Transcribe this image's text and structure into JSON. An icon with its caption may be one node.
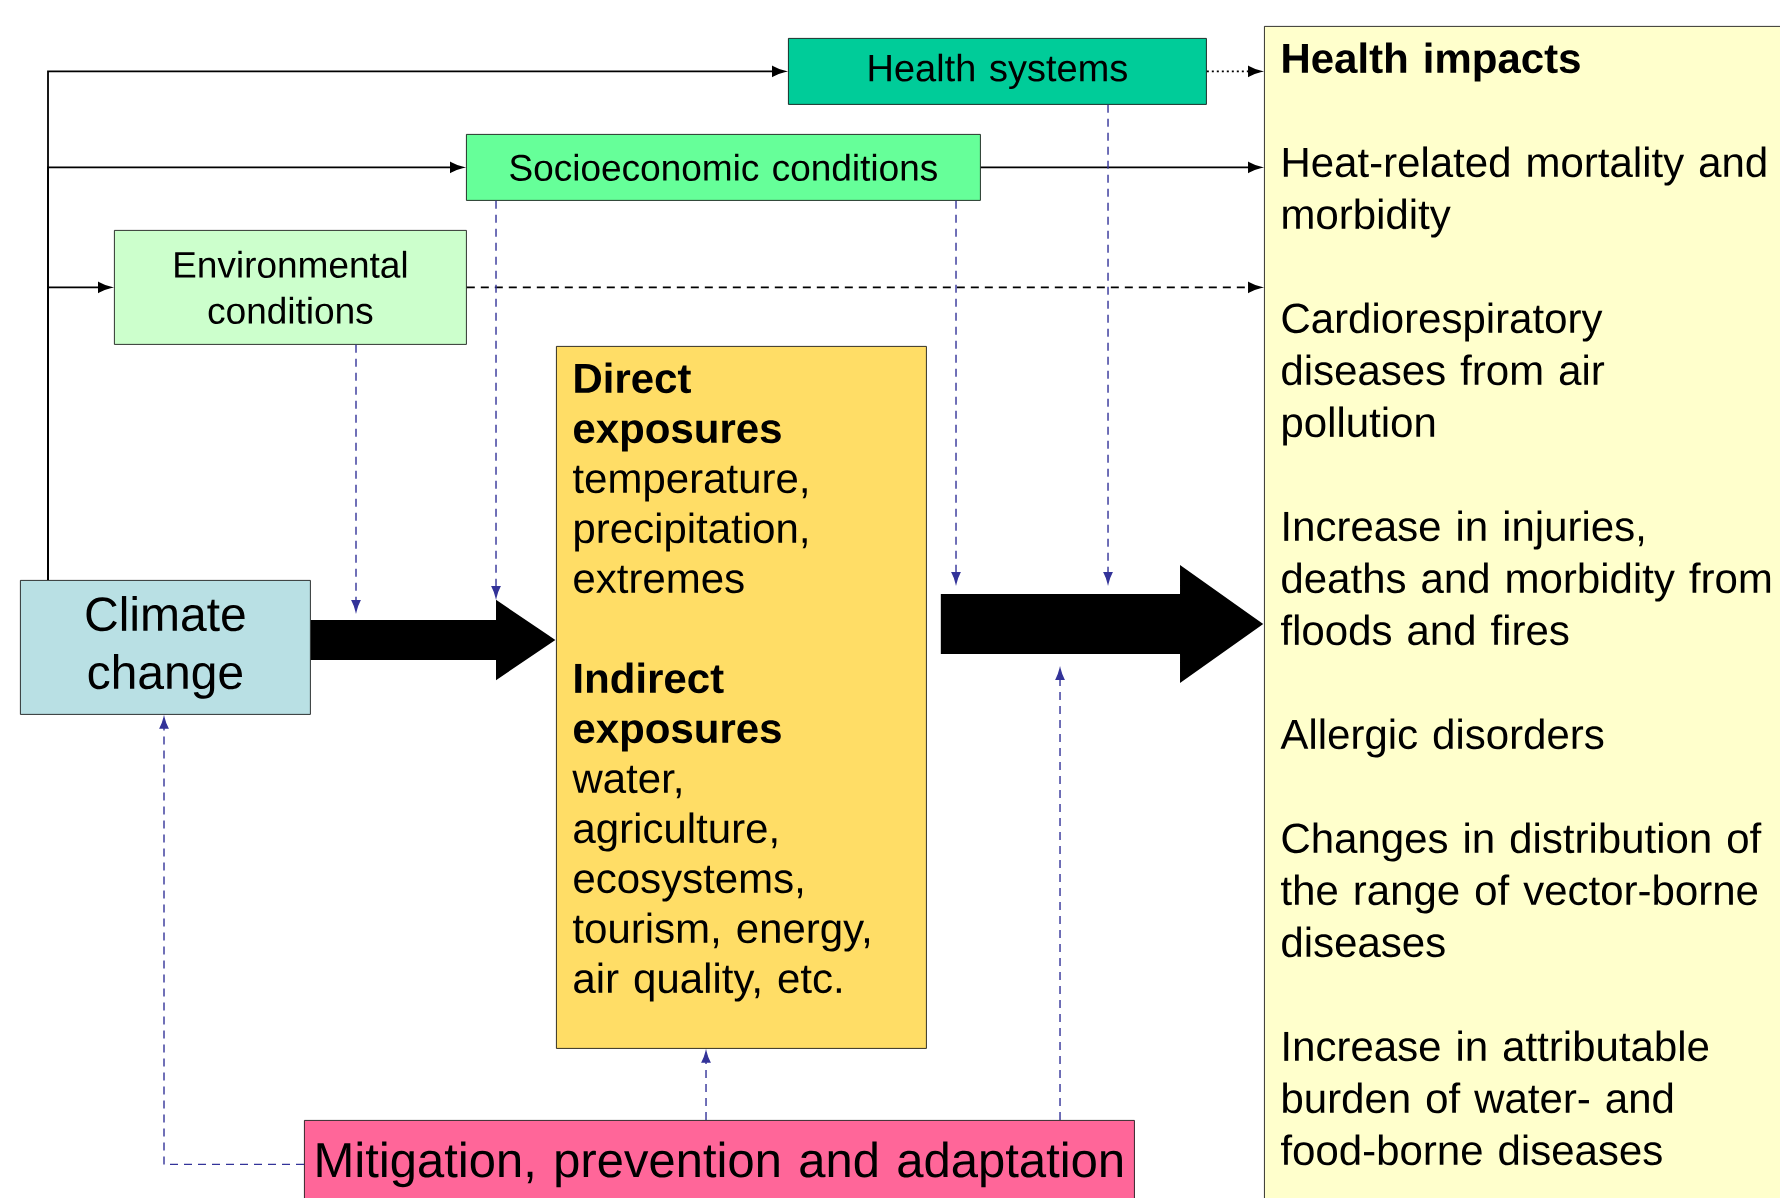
{
  "diagram": {
    "nodes": [
      {
        "text": [
          "Climate change"
        ]
      },
      {
        "text": [
          "Health systems"
        ]
      },
      {
        "text": [
          "Socioeconomic conditions"
        ]
      },
      {
        "text": [
          "Environmental conditions"
        ]
      },
      {
        "text": [
          "Direct exposures",
          "temperature, precipitation, extremes",
          "Indirect exposures",
          "water, agriculture, ecosystems, tourism, energy, air quality, etc."
        ]
      },
      {
        "text": [
          "Health impacts",
          "Heat-related mortality and morbidity",
          "Cardiorespiratory diseases from air pollution",
          "Increase in injuries, deaths and morbidity from floods and fires",
          "Allergic disorders",
          "Changes in distribution of the range of vector-borne diseases",
          "Increase in attributable burden of water- and food-borne diseases"
        ]
      },
      {
        "text": [
          "Mitigation, prevention and adaptation"
        ]
      }
    ],
    "edges": [
      {
        "from": 0,
        "to": 1,
        "arrow": "to"
      },
      {
        "from": 0,
        "to": 2,
        "arrow": "to"
      },
      {
        "from": 0,
        "to": 3,
        "arrow": "to"
      },
      {
        "from": 1,
        "to": 5,
        "arrow": "to",
        "style": "dashed"
      },
      {
        "from": 2,
        "to": 5,
        "arrow": "to"
      },
      {
        "from": 3,
        "to": 5,
        "arrow": "to",
        "style": "dashed"
      },
      {
        "from": 0,
        "to": 4,
        "arrow": "to",
        "style": "thick"
      },
      {
        "from": 4,
        "to": 5,
        "arrow": "to",
        "style": "thick"
      },
      {
        "from": 3,
        "to": null,
        "arrow": "to",
        "style": "dashed",
        "color": "#333399"
      },
      {
        "from": 2,
        "to": null,
        "arrow": "to",
        "style": "dashed",
        "color": "#333399"
      },
      {
        "from": 2,
        "to": null,
        "arrow": "to",
        "style": "dashed",
        "color": "#333399"
      },
      {
        "from": 1,
        "to": null,
        "arrow": "to",
        "style": "dashed",
        "color": "#333399"
      },
      {
        "from": 6,
        "to": 4,
        "arrow": "to",
        "style": "dashed",
        "color": "#333399"
      },
      {
        "from": 6,
        "to": null,
        "arrow": "to",
        "style": "dashed",
        "color": "#333399"
      },
      {
        "from": 6,
        "to": 0,
        "arrow": "to",
        "style": "dashed",
        "color": "#333399"
      }
    ]
  }
}
